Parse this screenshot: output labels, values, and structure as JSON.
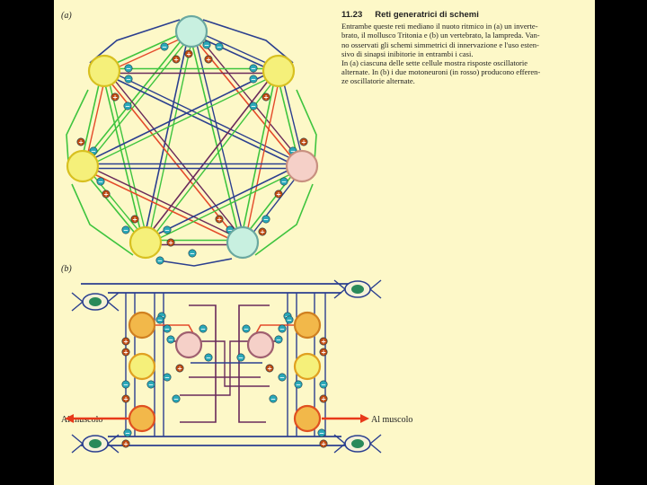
{
  "caption": {
    "number": "11.23",
    "title": "Reti generatrici di schemi",
    "lines": [
      "Entrambe queste reti mediano il nuoto ritmico in (a) un inverte-",
      "brato, il mollusco Tritonia e (b) un vertebrato, la lampreda. Van-",
      "no osservati gli schemi simmetrici di innervazione e l'uso esten-",
      "sivo di sinapsi inibitorie in entrambi i casi.",
      "In (a) ciascuna delle sette cellule mostra risposte oscillatorie",
      "alternate. In (b) i due motoneuroni (in rosso) producono efferen-",
      "ze oscillatorie alternate."
    ]
  },
  "panels": {
    "a_label": "(a)",
    "b_label": "(b)"
  },
  "labels": {
    "muscle_left": "Al muscolo",
    "muscle_right": "Al muscolo"
  },
  "colors": {
    "background": "#000000",
    "page": "#fdf8c8",
    "yellow_cell": "#f5f07a",
    "cyan_cell": "#c8f0e0",
    "pink_cell": "#f5d0c8",
    "orange_cell": "#f2b84a",
    "red_cell": "#f08a30",
    "green_link": "#3ec43e",
    "blue_link": "#2b3f8f",
    "red_link": "#e44a2a",
    "purple_link": "#6a2a5a",
    "inhibitory_badge": "#2aa8b8",
    "excitatory_badge": "#c04a10"
  },
  "synapse_symbols": {
    "inhibitory": "−",
    "excitatory": "+"
  }
}
